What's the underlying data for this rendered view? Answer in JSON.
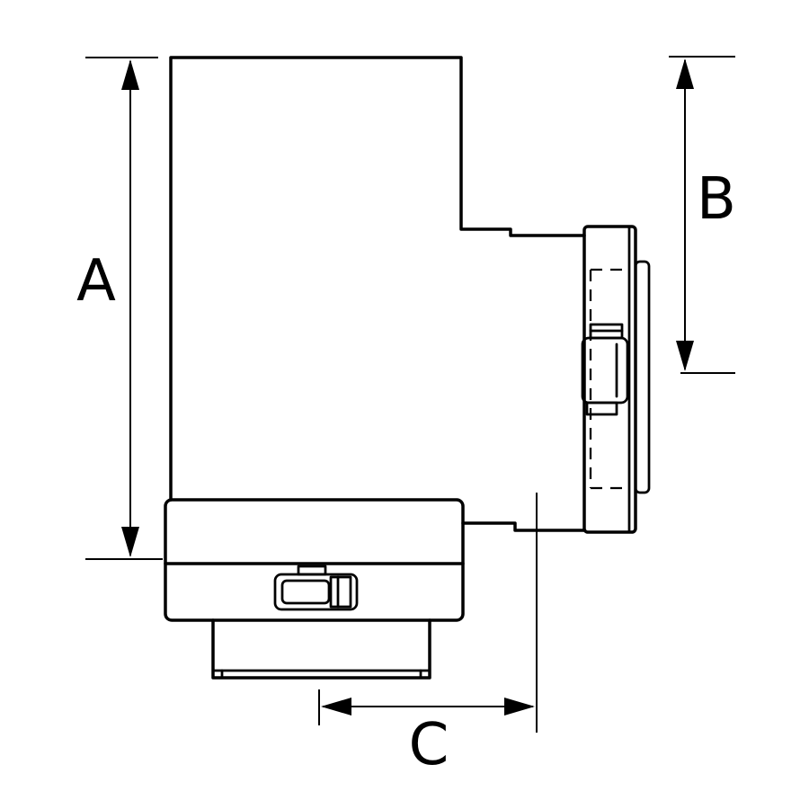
{
  "diagram": {
    "type": "technical-line-drawing",
    "description": "Side-view engineering drawing of a camera/optical adapter body with mount flange, latch clamps, and three dimension callouts",
    "labels": {
      "a": "A",
      "b": "B",
      "c": "C"
    },
    "colors": {
      "line": "#000000",
      "background": "#ffffff"
    }
  }
}
